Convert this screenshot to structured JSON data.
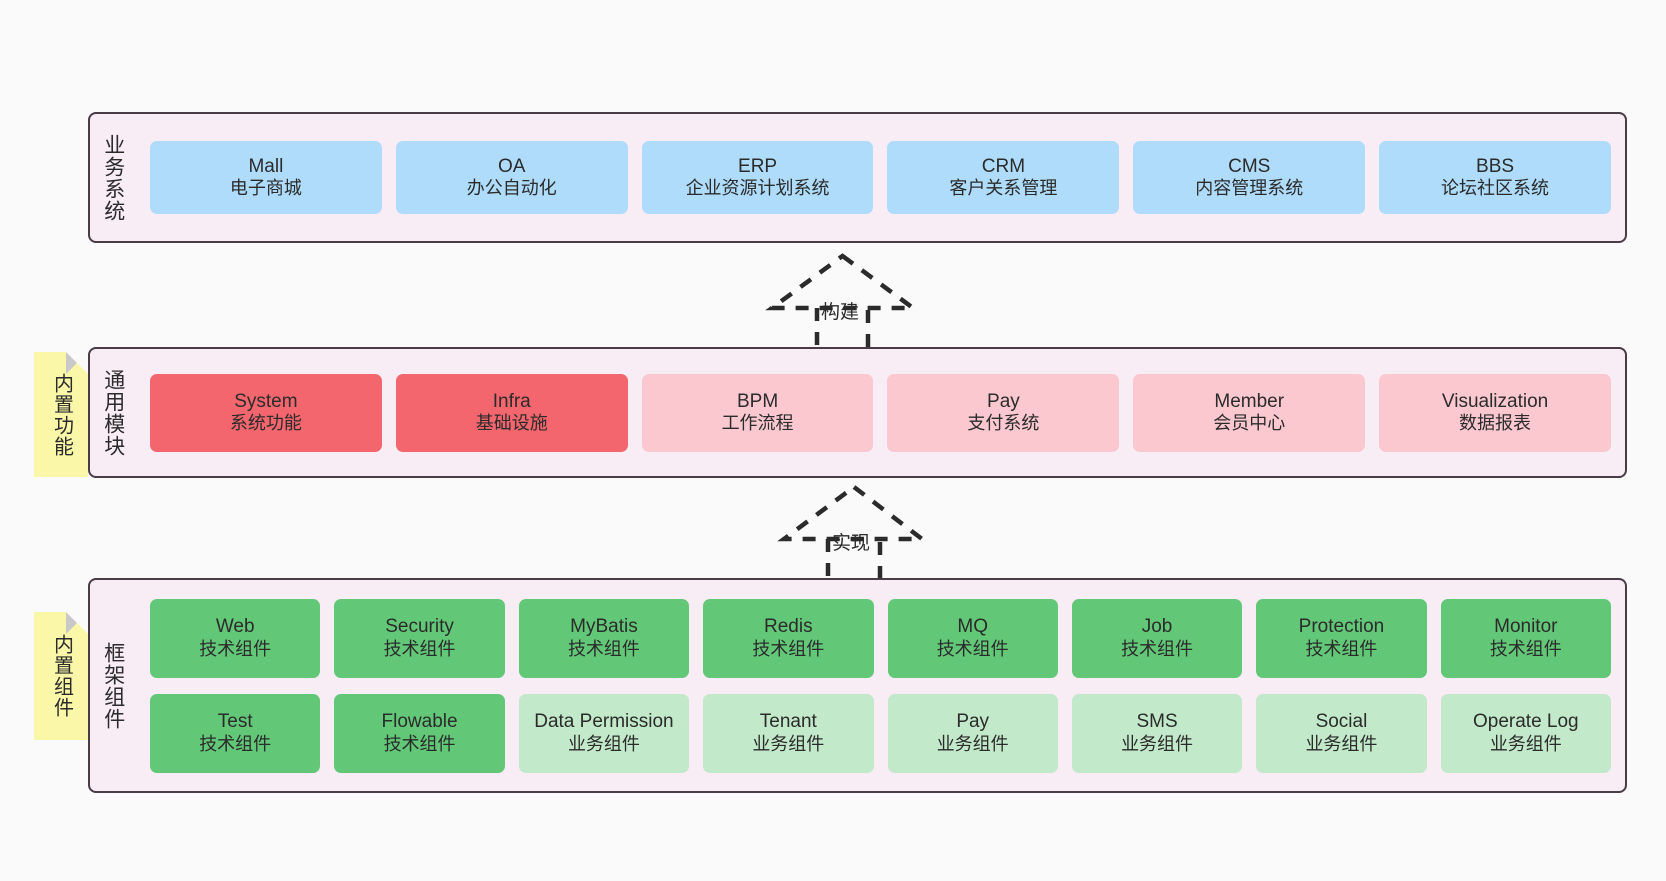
{
  "layers": [
    {
      "id": "business",
      "title": "业务系统",
      "rows": [
        {
          "style": "c-blue",
          "cards": [
            {
              "name": "Mall",
              "desc": "电子商城"
            },
            {
              "name": "OA",
              "desc": "办公自动化"
            },
            {
              "name": "ERP",
              "desc": "企业资源计划系统"
            },
            {
              "name": "CRM",
              "desc": "客户关系管理"
            },
            {
              "name": "CMS",
              "desc": "内容管理系统"
            },
            {
              "name": "BBS",
              "desc": "论坛社区系统"
            }
          ]
        }
      ]
    },
    {
      "id": "modules",
      "title": "通用模块",
      "rows": [
        {
          "cards": [
            {
              "name": "System",
              "desc": "系统功能",
              "style": "c-red"
            },
            {
              "name": "Infra",
              "desc": "基础设施",
              "style": "c-red"
            },
            {
              "name": "BPM",
              "desc": "工作流程",
              "style": "c-pink"
            },
            {
              "name": "Pay",
              "desc": "支付系统",
              "style": "c-pink"
            },
            {
              "name": "Member",
              "desc": "会员中心",
              "style": "c-pink"
            },
            {
              "name": "Visualization",
              "desc": "数据报表",
              "style": "c-pink"
            }
          ]
        }
      ]
    },
    {
      "id": "framework",
      "title": "框架组件",
      "rows": [
        {
          "style": "c-green",
          "cards": [
            {
              "name": "Web",
              "desc": "技术组件"
            },
            {
              "name": "Security",
              "desc": "技术组件"
            },
            {
              "name": "MyBatis",
              "desc": "技术组件"
            },
            {
              "name": "Redis",
              "desc": "技术组件"
            },
            {
              "name": "MQ",
              "desc": "技术组件"
            },
            {
              "name": "Job",
              "desc": "技术组件"
            },
            {
              "name": "Protection",
              "desc": "技术组件"
            },
            {
              "name": "Monitor",
              "desc": "技术组件"
            }
          ]
        },
        {
          "cards": [
            {
              "name": "Test",
              "desc": "技术组件",
              "style": "c-green"
            },
            {
              "name": "Flowable",
              "desc": "技术组件",
              "style": "c-green"
            },
            {
              "name": "Data Permission",
              "desc": "业务组件",
              "style": "c-lightgreen"
            },
            {
              "name": "Tenant",
              "desc": "业务组件",
              "style": "c-lightgreen"
            },
            {
              "name": "Pay",
              "desc": "业务组件",
              "style": "c-lightgreen"
            },
            {
              "name": "SMS",
              "desc": "业务组件",
              "style": "c-lightgreen"
            },
            {
              "name": "Social",
              "desc": "业务组件",
              "style": "c-lightgreen"
            },
            {
              "name": "Operate Log",
              "desc": "业务组件",
              "style": "c-lightgreen"
            }
          ]
        }
      ]
    }
  ],
  "stickies": {
    "builtin_function": "内置功能",
    "builtin_component": "内置组件"
  },
  "arrows": {
    "build": "构建",
    "implement": "实现"
  },
  "colors": {
    "panel_background": "#F8ECF5",
    "panel_border": "#4A3B47",
    "page_background": "#FAFAFA",
    "business_card": "#AEDCFA",
    "module_primary": "#F4666D",
    "module_secondary": "#FBC8D0",
    "framework_technical": "#62C878",
    "framework_business": "#C3E9CB",
    "sticky_note": "#FAF8A8",
    "arrow_stroke": "#2B2B2B"
  }
}
